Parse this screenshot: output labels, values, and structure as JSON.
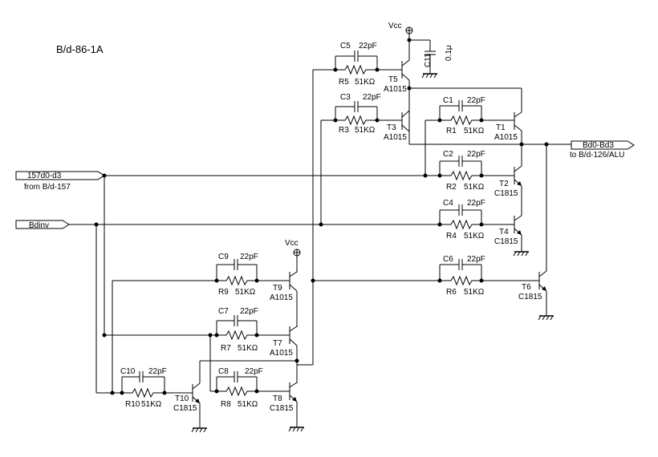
{
  "title": "B/d-86-1A",
  "ports": {
    "in1_label": "157d0-d3",
    "in1_sub": "from B/d-157",
    "in2_label": "Bdinv",
    "out_label": "Bd0-Bd3",
    "out_sub": "to B/d-126/ALU"
  },
  "power": {
    "vcc_top": "Vcc",
    "vcc_mid": "Vcc"
  },
  "capacitors": [
    {
      "name": "C5",
      "value": "22pF"
    },
    {
      "name": "C3",
      "value": "22pF"
    },
    {
      "name": "C1",
      "value": "22pF"
    },
    {
      "name": "C2",
      "value": "22pF"
    },
    {
      "name": "C4",
      "value": "22pF"
    },
    {
      "name": "C6",
      "value": "22pF"
    },
    {
      "name": "C9",
      "value": "22pF"
    },
    {
      "name": "C7",
      "value": "22pF"
    },
    {
      "name": "C8",
      "value": "22pF"
    },
    {
      "name": "C10",
      "value": "22pF"
    },
    {
      "name": "C11",
      "value": "0.1μ"
    }
  ],
  "resistors": [
    {
      "name": "R5",
      "value": "51KΩ"
    },
    {
      "name": "R3",
      "value": "51KΩ"
    },
    {
      "name": "R1",
      "value": "51KΩ"
    },
    {
      "name": "R2",
      "value": "51KΩ"
    },
    {
      "name": "R4",
      "value": "51KΩ"
    },
    {
      "name": "R6",
      "value": "51KΩ"
    },
    {
      "name": "R9",
      "value": "51KΩ"
    },
    {
      "name": "R7",
      "value": "51KΩ"
    },
    {
      "name": "R8",
      "value": "51KΩ"
    },
    {
      "name": "R10",
      "value": "51KΩ"
    }
  ],
  "transistors": [
    {
      "name": "T5",
      "part": "A1015"
    },
    {
      "name": "T3",
      "part": "A1015"
    },
    {
      "name": "T1",
      "part": "A1015"
    },
    {
      "name": "T2",
      "part": "C1815"
    },
    {
      "name": "T4",
      "part": "C1815"
    },
    {
      "name": "T6",
      "part": "C1815"
    },
    {
      "name": "T9",
      "part": "A1015"
    },
    {
      "name": "T7",
      "part": "A1015"
    },
    {
      "name": "T8",
      "part": "C1815"
    },
    {
      "name": "T10",
      "part": "C1815"
    }
  ]
}
